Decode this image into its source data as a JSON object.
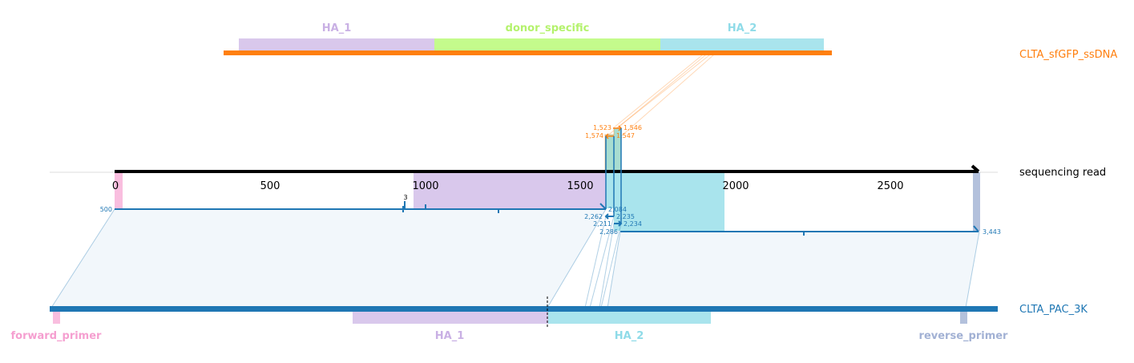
{
  "tracks": {
    "donor": {
      "label": "CLTA_sfGFP_ssDNA",
      "color": "#ff7f0e"
    },
    "read": {
      "label": "sequencing read",
      "color": "#000000"
    },
    "reference": {
      "label": "CLTA_PAC_3K",
      "color": "#1f77b4"
    }
  },
  "donor_features": [
    {
      "label": "HA_1",
      "color": "#d9c8ec",
      "label_color": "#c9b0e4"
    },
    {
      "label": "donor_specific",
      "color": "#c4fb8c",
      "label_color": "#b4f26c"
    },
    {
      "label": "HA_2",
      "color": "#a9e4ed",
      "label_color": "#8fdbe8"
    }
  ],
  "reference_features": [
    {
      "label": "forward_primer",
      "color": "#f9bedf",
      "label_color": "#f59fd0"
    },
    {
      "label": "HA_1",
      "color": "#d9c8ec",
      "label_color": "#c9b0e4"
    },
    {
      "label": "HA_2",
      "color": "#a9e4ed",
      "label_color": "#8fdbe8"
    },
    {
      "label": "reverse_primer",
      "color": "#b3c1dc",
      "label_color": "#a2b1d4"
    }
  ],
  "read_axis": {
    "ticks": [
      0,
      500,
      1000,
      1500,
      2000,
      2500
    ],
    "tick_labels": [
      "0",
      "500",
      "1000",
      "1500",
      "2000",
      "2500"
    ]
  },
  "alignment_coordinates": {
    "donor": [
      "1,523",
      "1,546",
      "1,574",
      "1,547"
    ],
    "reference": [
      "500",
      "2,084",
      "2,262",
      "2,235",
      "2,211",
      "2,234",
      "2,286",
      "3,443"
    ],
    "insertion_count": "3"
  }
}
